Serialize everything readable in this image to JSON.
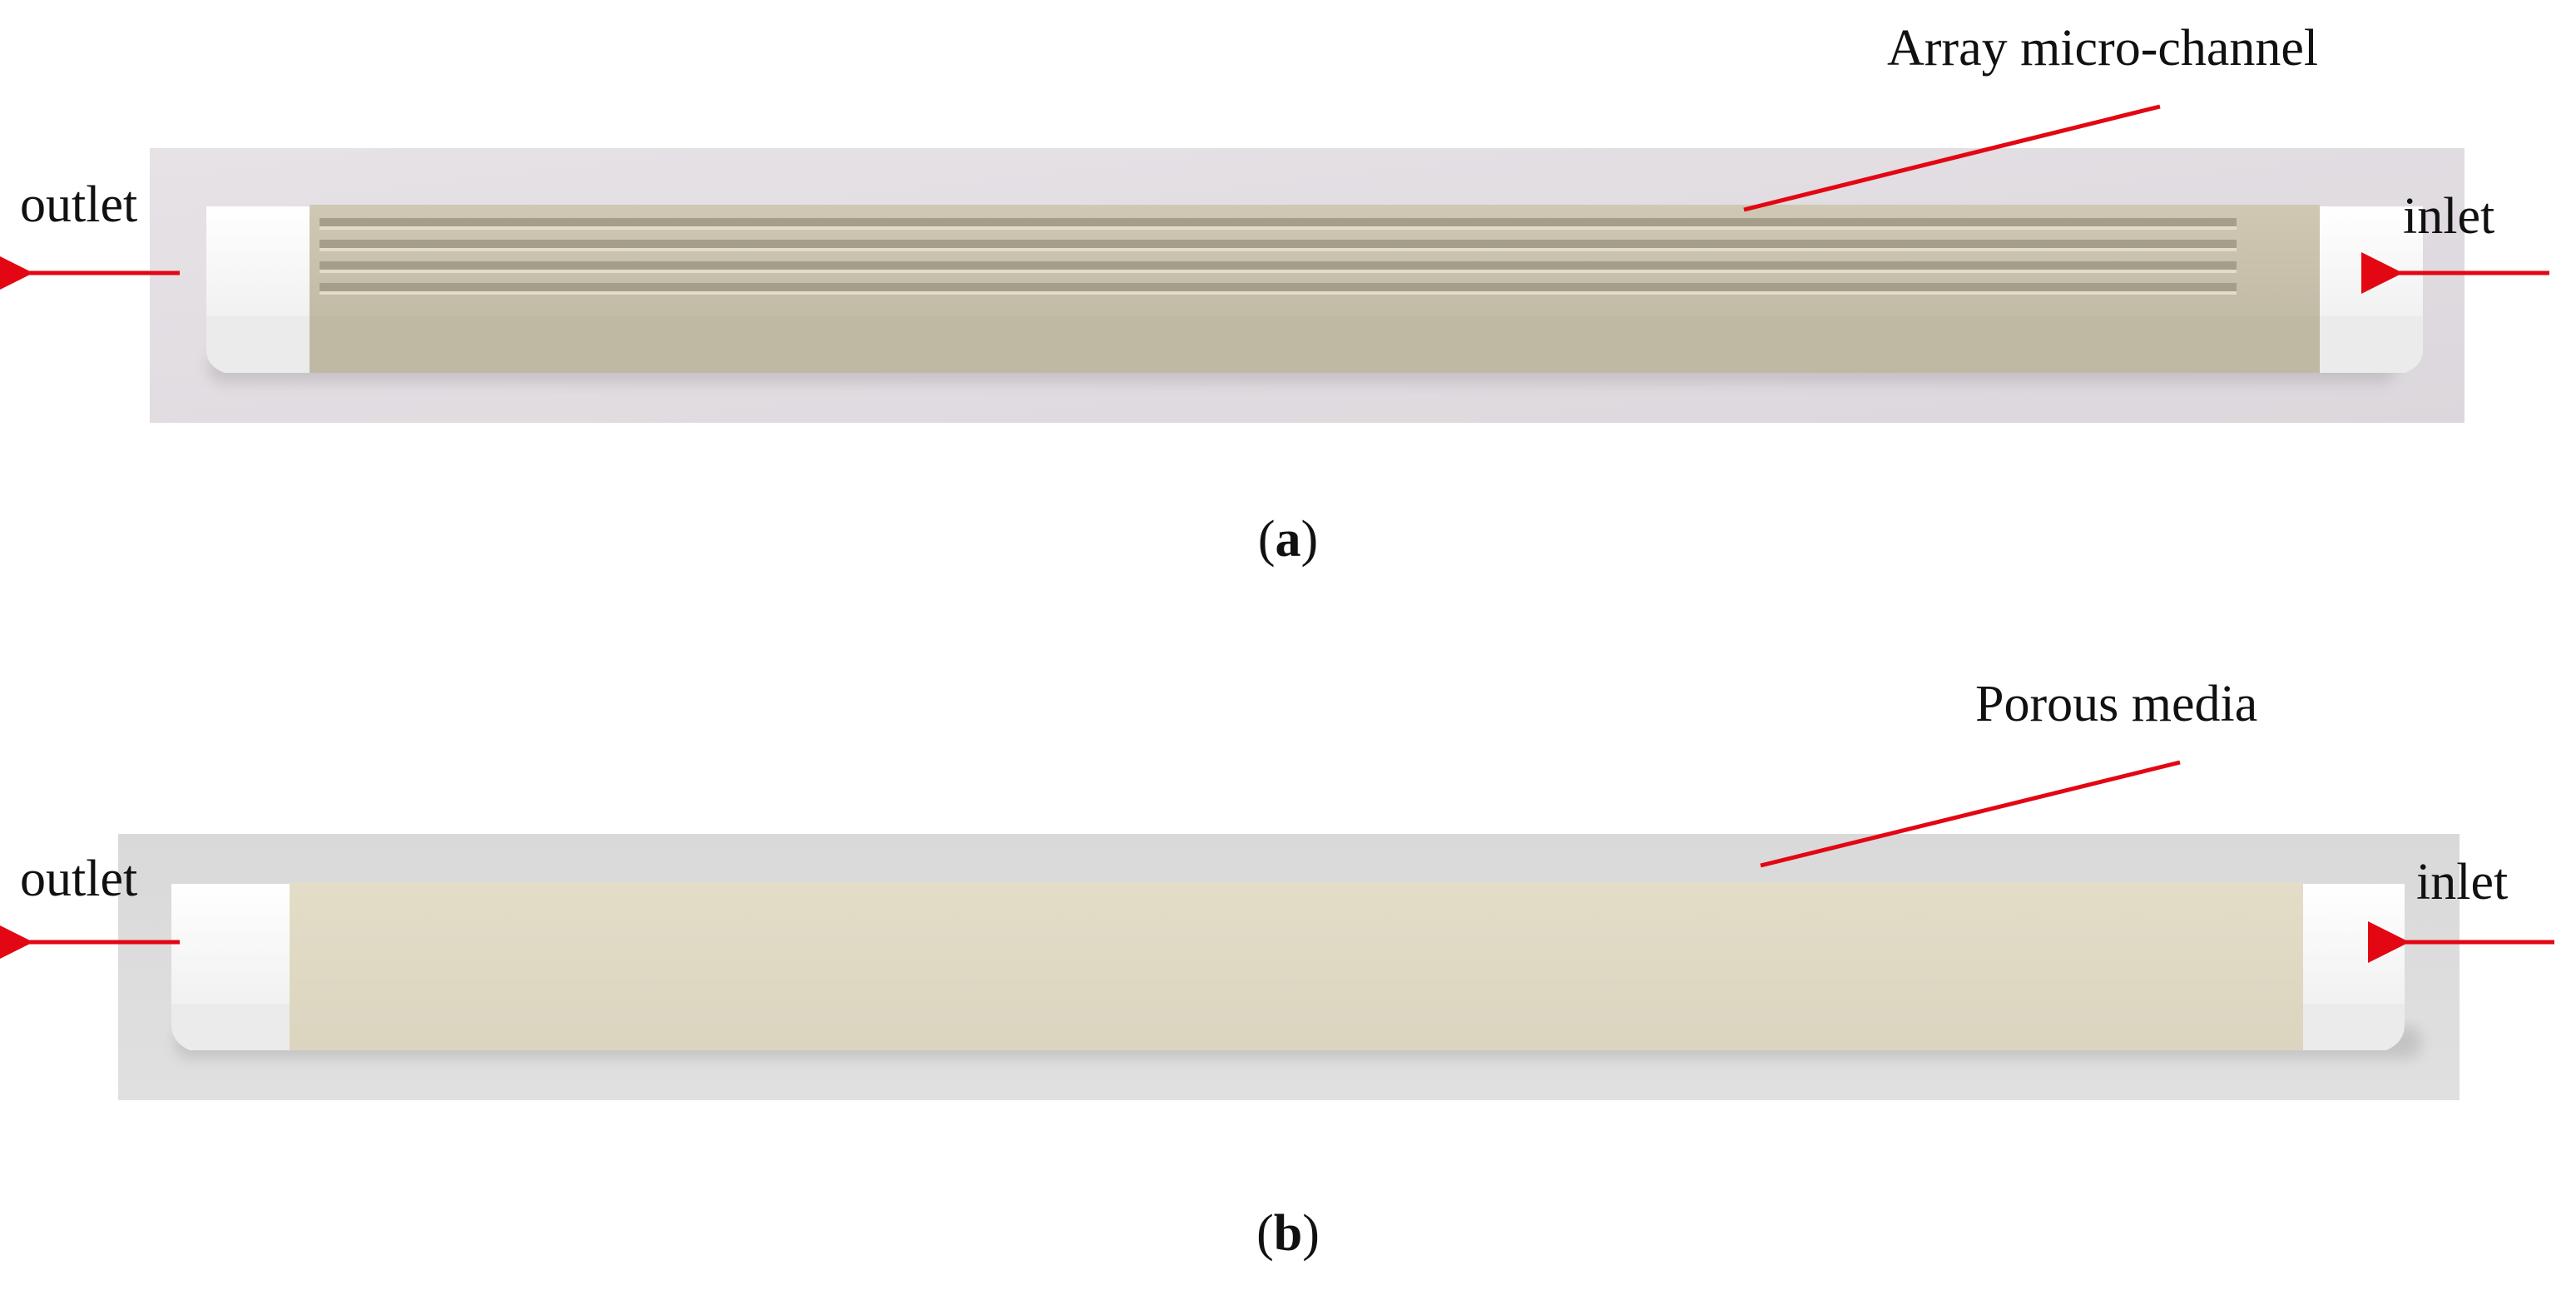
{
  "panel_a": {
    "callout_label": "Array micro-channel",
    "outlet_label": "outlet",
    "inlet_label": "inlet",
    "caption_open": "(",
    "caption_letter": "a",
    "caption_close": ")",
    "channel_count": 4
  },
  "panel_b": {
    "callout_label": "Porous media",
    "outlet_label": "outlet",
    "inlet_label": "inlet",
    "caption_open": "(",
    "caption_letter": "b",
    "caption_close": ")"
  },
  "colors": {
    "arrow": "#e30613",
    "callout_line": "#e30613",
    "background_plate": "#ddd9dd",
    "background_plate_b": "#d8d8d8",
    "body_a": "#c9c2ac",
    "body_a_top": "#d4ceb8",
    "body_b": "#dfd9c4",
    "end_cap": "#ffffff"
  }
}
